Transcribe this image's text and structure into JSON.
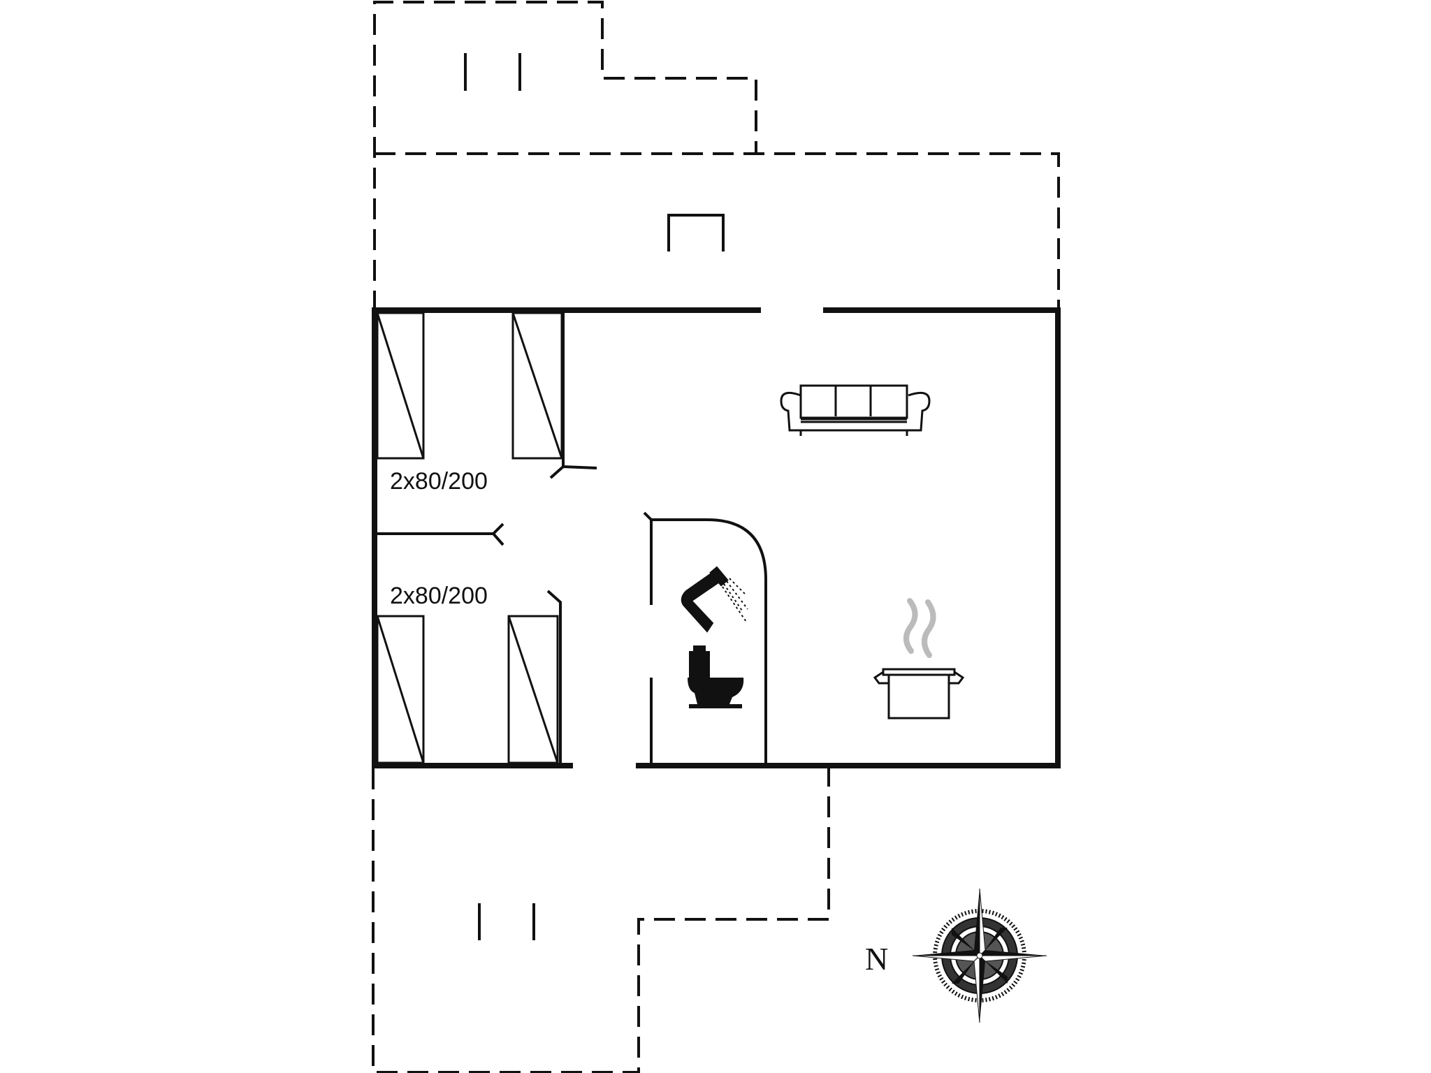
{
  "floorplan": {
    "bedroom_top_label": "2x80/200",
    "bedroom_bottom_label": "2x80/200",
    "compass_label": "N",
    "icons": [
      "bed-icon",
      "sofa-icon",
      "shower-icon",
      "toilet-icon",
      "cooking-pot-icon",
      "compass-rose-icon"
    ],
    "colors": {
      "ink": "#111111",
      "steam": "#bbbbbb",
      "background": "#ffffff"
    }
  }
}
